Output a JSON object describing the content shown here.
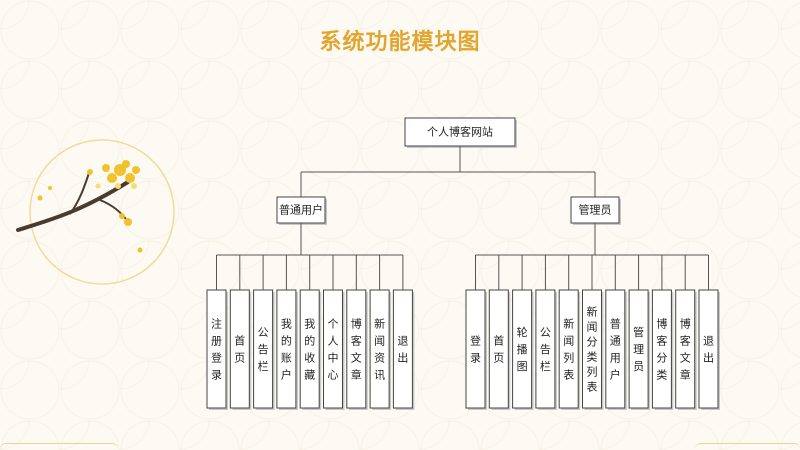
{
  "title": "系统功能模块图",
  "root": "个人博客网站",
  "groups": [
    {
      "label": "普通用户",
      "items": [
        "注册登录",
        "首页",
        "公告栏",
        "我的账户",
        "我的收藏",
        "个人中心",
        "博客文章",
        "新闻资讯",
        "退出"
      ]
    },
    {
      "label": "管理员",
      "items": [
        "登录",
        "首页",
        "轮播图",
        "公告栏",
        "新闻列表",
        "新闻分类列表",
        "普通用户",
        "管理员",
        "博客分类",
        "博客文章",
        "退出"
      ]
    }
  ]
}
